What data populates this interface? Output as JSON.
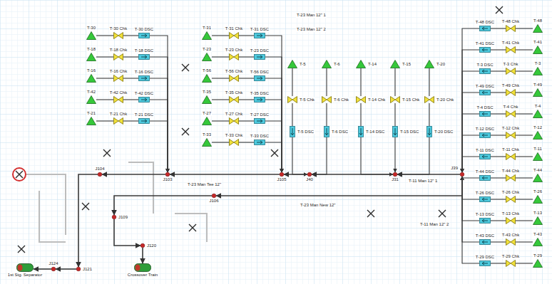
{
  "diagram": {
    "nodes": [
      {
        "text": [
          "T-30"
        ]
      },
      {
        "text": [
          "T-30 Chk"
        ]
      },
      {
        "text": [
          "T-30 DSC"
        ]
      },
      {
        "text": [
          "T-18"
        ]
      },
      {
        "text": [
          "T-18 Chk"
        ]
      },
      {
        "text": [
          "T-18 DSC"
        ]
      },
      {
        "text": [
          "T-16"
        ]
      },
      {
        "text": [
          "T-16 Chk"
        ]
      },
      {
        "text": [
          "T-16 DSC"
        ]
      },
      {
        "text": [
          "T-42"
        ]
      },
      {
        "text": [
          "T-42 Chk"
        ]
      },
      {
        "text": [
          "T-42 DSC"
        ]
      },
      {
        "text": [
          "T-21"
        ]
      },
      {
        "text": [
          "T-21 Chk"
        ]
      },
      {
        "text": [
          "T-21 DSC"
        ]
      },
      {
        "text": [
          "T-31"
        ]
      },
      {
        "text": [
          "T-31 Chk"
        ]
      },
      {
        "text": [
          "T-31 DSC"
        ]
      },
      {
        "text": [
          "T-23"
        ]
      },
      {
        "text": [
          "T-23 Chk"
        ]
      },
      {
        "text": [
          "T-23 DSC"
        ]
      },
      {
        "text": [
          "T-56"
        ]
      },
      {
        "text": [
          "T-56 Chk"
        ]
      },
      {
        "text": [
          "T-56 DSC"
        ]
      },
      {
        "text": [
          "T-35"
        ]
      },
      {
        "text": [
          "T-35 Chk"
        ]
      },
      {
        "text": [
          "T-35 DSC"
        ]
      },
      {
        "text": [
          "T-27"
        ]
      },
      {
        "text": [
          "T-27 Chk"
        ]
      },
      {
        "text": [
          "T-27 DSC"
        ]
      },
      {
        "text": [
          "T-33"
        ]
      },
      {
        "text": [
          "T-33 Chk"
        ]
      },
      {
        "text": [
          "T-33 DSC"
        ]
      },
      {
        "text": [
          "T-5"
        ]
      },
      {
        "text": [
          "T-5 Chk"
        ]
      },
      {
        "text": [
          "T-5 DSC"
        ]
      },
      {
        "text": [
          "T-6"
        ]
      },
      {
        "text": [
          "T-6 Chk"
        ]
      },
      {
        "text": [
          "T-6 DSC"
        ]
      },
      {
        "text": [
          "T-14"
        ]
      },
      {
        "text": [
          "T-14 Chk"
        ]
      },
      {
        "text": [
          "T-14 DSC"
        ]
      },
      {
        "text": [
          "T-15"
        ]
      },
      {
        "text": [
          "T-15 Chk"
        ]
      },
      {
        "text": [
          "T-15 DSC"
        ]
      },
      {
        "text": [
          "T-20"
        ]
      },
      {
        "text": [
          "T-20 Chk"
        ]
      },
      {
        "text": [
          "T-20 DSC"
        ]
      },
      {
        "text": [
          "T-48"
        ]
      },
      {
        "text": [
          "T-48 Chk"
        ]
      },
      {
        "text": [
          "T-48 DSC"
        ]
      },
      {
        "text": [
          "T-41"
        ]
      },
      {
        "text": [
          "T-41 Chk"
        ]
      },
      {
        "text": [
          "T-41 DSC"
        ]
      },
      {
        "text": [
          "T-3"
        ]
      },
      {
        "text": [
          "T-3 Chk"
        ]
      },
      {
        "text": [
          "T-3 DSC"
        ]
      },
      {
        "text": [
          "T-49"
        ]
      },
      {
        "text": [
          "T-49 Chk"
        ]
      },
      {
        "text": [
          "T-49 DSC"
        ]
      },
      {
        "text": [
          "T-4"
        ]
      },
      {
        "text": [
          "T-4 Chk"
        ]
      },
      {
        "text": [
          "T-4 DSC"
        ]
      },
      {
        "text": [
          "T-12"
        ]
      },
      {
        "text": [
          "T-12 Chk"
        ]
      },
      {
        "text": [
          "T-12 DSC"
        ]
      },
      {
        "text": [
          "T-11"
        ]
      },
      {
        "text": [
          "T-11 Chk"
        ]
      },
      {
        "text": [
          "T-11 DSC"
        ]
      },
      {
        "text": [
          "T-44"
        ]
      },
      {
        "text": [
          "T-44 Chk"
        ]
      },
      {
        "text": [
          "T-44 DSC"
        ]
      },
      {
        "text": [
          "T-26"
        ]
      },
      {
        "text": [
          "T-26 Chk"
        ]
      },
      {
        "text": [
          "T-26 DSC"
        ]
      },
      {
        "text": [
          "T-13"
        ]
      },
      {
        "text": [
          "T-13 Chk"
        ]
      },
      {
        "text": [
          "T-13 DSC"
        ]
      },
      {
        "text": [
          "T-43"
        ]
      },
      {
        "text": [
          "T-43 Chk"
        ]
      },
      {
        "text": [
          "T-43 DSC"
        ]
      },
      {
        "text": [
          "T-29"
        ]
      },
      {
        "text": [
          "T-29 Chk"
        ]
      },
      {
        "text": [
          "T-29 DSC"
        ]
      },
      {
        "text": [
          "J104"
        ]
      },
      {
        "text": [
          "J103"
        ]
      },
      {
        "text": [
          "J105"
        ]
      },
      {
        "text": [
          "J40"
        ]
      },
      {
        "text": [
          "J31"
        ]
      },
      {
        "text": [
          "J39"
        ]
      },
      {
        "text": [
          "J106"
        ]
      },
      {
        "text": [
          "J109"
        ]
      },
      {
        "text": [
          "J120"
        ]
      },
      {
        "text": [
          "J121"
        ]
      },
      {
        "text": [
          "J124"
        ]
      },
      {
        "text": [
          "1st Stg. Separator"
        ]
      },
      {
        "text": [
          "Crossover Train"
        ]
      }
    ],
    "edges": [
      {
        "from": 0,
        "to": 1,
        "arrow": "none"
      },
      {
        "from": 1,
        "to": 2,
        "arrow": "none"
      },
      {
        "from": 2,
        "to": 85,
        "arrow": "to"
      },
      {
        "from": 3,
        "to": 4,
        "arrow": "none"
      },
      {
        "from": 4,
        "to": 5,
        "arrow": "none"
      },
      {
        "from": 5,
        "to": 85,
        "arrow": "to"
      },
      {
        "from": 6,
        "to": 7,
        "arrow": "none"
      },
      {
        "from": 7,
        "to": 8,
        "arrow": "none"
      },
      {
        "from": 8,
        "to": 85,
        "arrow": "to"
      },
      {
        "from": 9,
        "to": 10,
        "arrow": "none"
      },
      {
        "from": 10,
        "to": 11,
        "arrow": "none"
      },
      {
        "from": 11,
        "to": 85,
        "arrow": "to"
      },
      {
        "from": 12,
        "to": 13,
        "arrow": "none"
      },
      {
        "from": 13,
        "to": 14,
        "arrow": "none"
      },
      {
        "from": 14,
        "to": 85,
        "arrow": "to"
      },
      {
        "from": 15,
        "to": 16,
        "arrow": "none"
      },
      {
        "from": 16,
        "to": 17,
        "arrow": "none"
      },
      {
        "from": 17,
        "to": 86,
        "arrow": "to"
      },
      {
        "from": 18,
        "to": 19,
        "arrow": "none"
      },
      {
        "from": 19,
        "to": 20,
        "arrow": "none"
      },
      {
        "from": 20,
        "to": 86,
        "arrow": "to"
      },
      {
        "from": 21,
        "to": 22,
        "arrow": "none"
      },
      {
        "from": 22,
        "to": 23,
        "arrow": "none"
      },
      {
        "from": 23,
        "to": 86,
        "arrow": "to"
      },
      {
        "from": 24,
        "to": 25,
        "arrow": "none"
      },
      {
        "from": 25,
        "to": 26,
        "arrow": "none"
      },
      {
        "from": 26,
        "to": 86,
        "arrow": "to"
      },
      {
        "from": 27,
        "to": 28,
        "arrow": "none"
      },
      {
        "from": 28,
        "to": 29,
        "arrow": "none"
      },
      {
        "from": 29,
        "to": 86,
        "arrow": "to"
      },
      {
        "from": 30,
        "to": 31,
        "arrow": "none"
      },
      {
        "from": 31,
        "to": 32,
        "arrow": "none"
      },
      {
        "from": 32,
        "to": 86,
        "arrow": "to"
      },
      {
        "from": 33,
        "to": 34,
        "arrow": "none"
      },
      {
        "from": 34,
        "to": 35,
        "arrow": "none"
      },
      {
        "from": 35,
        "to": 87,
        "arrow": "to"
      },
      {
        "from": 36,
        "to": 37,
        "arrow": "none"
      },
      {
        "from": 37,
        "to": 38,
        "arrow": "none"
      },
      {
        "from": 38,
        "to": 87,
        "arrow": "to"
      },
      {
        "from": 39,
        "to": 40,
        "arrow": "none"
      },
      {
        "from": 40,
        "to": 41,
        "arrow": "none"
      },
      {
        "from": 41,
        "to": 88,
        "arrow": "to"
      },
      {
        "from": 42,
        "to": 43,
        "arrow": "none"
      },
      {
        "from": 43,
        "to": 44,
        "arrow": "none"
      },
      {
        "from": 44,
        "to": 88,
        "arrow": "to"
      },
      {
        "from": 45,
        "to": 46,
        "arrow": "none"
      },
      {
        "from": 46,
        "to": 47,
        "arrow": "none"
      },
      {
        "from": 47,
        "to": 88,
        "arrow": "to"
      },
      {
        "from": 48,
        "to": 49,
        "arrow": "none"
      },
      {
        "from": 49,
        "to": 50,
        "arrow": "none"
      },
      {
        "from": 50,
        "to": 89,
        "arrow": "to"
      },
      {
        "from": 51,
        "to": 52,
        "arrow": "none"
      },
      {
        "from": 52,
        "to": 53,
        "arrow": "none"
      },
      {
        "from": 53,
        "to": 89,
        "arrow": "to"
      },
      {
        "from": 54,
        "to": 55,
        "arrow": "none"
      },
      {
        "from": 55,
        "to": 56,
        "arrow": "none"
      },
      {
        "from": 56,
        "to": 89,
        "arrow": "to"
      },
      {
        "from": 57,
        "to": 58,
        "arrow": "none"
      },
      {
        "from": 58,
        "to": 59,
        "arrow": "none"
      },
      {
        "from": 59,
        "to": 89,
        "arrow": "to"
      },
      {
        "from": 60,
        "to": 61,
        "arrow": "none"
      },
      {
        "from": 61,
        "to": 62,
        "arrow": "none"
      },
      {
        "from": 62,
        "to": 89,
        "arrow": "to"
      },
      {
        "from": 63,
        "to": 64,
        "arrow": "none"
      },
      {
        "from": 64,
        "to": 65,
        "arrow": "none"
      },
      {
        "from": 65,
        "to": 89,
        "arrow": "to"
      },
      {
        "from": 66,
        "to": 67,
        "arrow": "none"
      },
      {
        "from": 67,
        "to": 68,
        "arrow": "none"
      },
      {
        "from": 68,
        "to": 89,
        "arrow": "to"
      },
      {
        "from": 69,
        "to": 70,
        "arrow": "none"
      },
      {
        "from": 70,
        "to": 71,
        "arrow": "none"
      },
      {
        "from": 71,
        "to": 89,
        "arrow": "to"
      },
      {
        "from": 72,
        "to": 73,
        "arrow": "none"
      },
      {
        "from": 73,
        "to": 74,
        "arrow": "none"
      },
      {
        "from": 74,
        "to": 89,
        "arrow": "to"
      },
      {
        "from": 75,
        "to": 76,
        "arrow": "none"
      },
      {
        "from": 76,
        "to": 77,
        "arrow": "none"
      },
      {
        "from": 77,
        "to": 89,
        "arrow": "to"
      },
      {
        "from": 78,
        "to": 79,
        "arrow": "none"
      },
      {
        "from": 79,
        "to": 80,
        "arrow": "none"
      },
      {
        "from": 80,
        "to": 89,
        "arrow": "to"
      },
      {
        "from": 81,
        "to": 82,
        "arrow": "none"
      },
      {
        "from": 82,
        "to": 83,
        "arrow": "none"
      },
      {
        "from": 83,
        "to": 89,
        "arrow": "to"
      },
      {
        "from": 89,
        "to": 88,
        "arrow": "to"
      },
      {
        "from": 88,
        "to": 87,
        "arrow": "to"
      },
      {
        "from": 87,
        "to": 86,
        "arrow": "to"
      },
      {
        "from": 86,
        "to": 85,
        "arrow": "to"
      },
      {
        "from": 85,
        "to": 84,
        "arrow": "to"
      },
      {
        "from": 84,
        "to": 93,
        "arrow": "to"
      },
      {
        "from": 93,
        "to": 94,
        "arrow": "to"
      },
      {
        "from": 94,
        "to": 95,
        "arrow": "to"
      },
      {
        "from": 89,
        "to": 90,
        "arrow": "to"
      },
      {
        "from": 90,
        "to": 91,
        "arrow": "to"
      },
      {
        "from": 91,
        "to": 92,
        "arrow": "to"
      },
      {
        "from": 92,
        "to": 96,
        "arrow": "to"
      }
    ],
    "labels": [
      "T-23 Man 12\" 1",
      "T-23 Man 12\" 2",
      "T-23 Man Tee 12\"",
      "T-23 Man New 12\"",
      "T-11 Man 12\" 1",
      "T-11 Man 12\" 2"
    ]
  }
}
